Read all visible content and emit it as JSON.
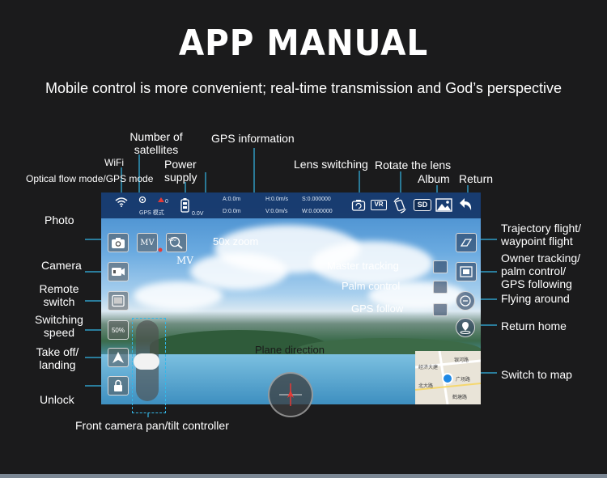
{
  "header": {
    "title": "APP MANUAL",
    "subtitle": "Mobile control is more convenient; real-time transmission and God’s perspective"
  },
  "annotations": {
    "number_of_satellites": "Number of\nsatellites",
    "gps_information": "GPS information",
    "wifi": "WiFi",
    "power_supply": "Power\nsupply",
    "optical_flow_gps": "Optical flow mode/GPS mode",
    "lens_switching": "Lens switching",
    "rotate_the_lens": "Rotate the lens",
    "album": "Album",
    "return": "Return",
    "photo": "Photo",
    "camera": "Camera",
    "remote_switch": "Remote\nswitch",
    "switching_speed": "Switching\nspeed",
    "take_off_landing": "Take off/\nlanding",
    "unlock": "Unlock",
    "zoom": "50x zoom",
    "mv": "MV",
    "master_tracking": "Master tracking",
    "palm_control": "Palm control",
    "gps_follow": "GPS follow",
    "plane_direction": "Plane direction",
    "trajectory_flight": "Trajectory flight/\nwaypoint flight",
    "owner_tracking": "Owner tracking/\npalm control/\nGPS following",
    "flying_around": "Flying around",
    "return_home": "Return home",
    "switch_to_map": "Switch to map",
    "front_camera": "Front camera pan/tilt controller"
  },
  "status_bar": {
    "gps_mode": "GPS 模式",
    "satellites": "0",
    "voltage": "0.0V",
    "a": "A:0.0m",
    "d": "D:0.0m",
    "h": "H:0.0m/s",
    "v": "V:0.0m/s",
    "s": "S:0.000000",
    "w": "W:0.000000",
    "vr_label": "VR",
    "sd_label": "SD"
  },
  "controls": {
    "mv_label": "MV",
    "zoom_label": "x50",
    "speed_label": "50%"
  },
  "map": {
    "label_1": "经济大建",
    "label_2": "银河路",
    "label_3": "北大路",
    "label_4": "鹤塘路",
    "label_5": "广场路"
  },
  "colors": {
    "background": "#1b1b1c",
    "accent": "#34b8e8",
    "status_bar": "#16386a"
  }
}
